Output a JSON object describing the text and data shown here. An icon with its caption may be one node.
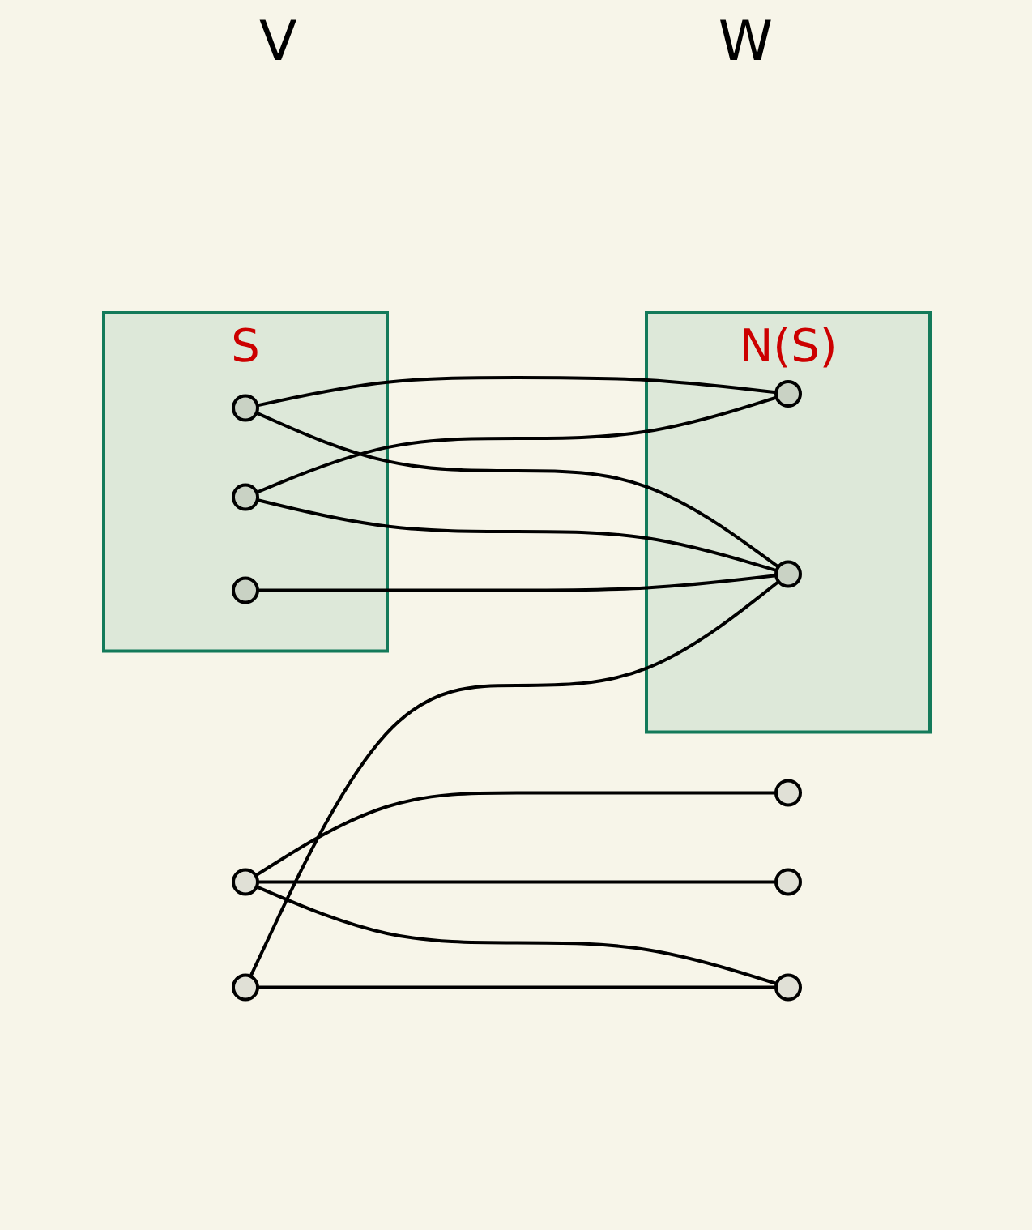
{
  "diagram": {
    "nodes": [
      {
        "text": [
          "S"
        ]
      },
      {
        "text": [],
        "shape": "circle",
        "in": 0
      },
      {
        "text": [],
        "shape": "circle",
        "in": 0
      },
      {
        "text": [],
        "shape": "circle",
        "in": 0
      },
      {
        "text": [
          "N(S)"
        ]
      },
      {
        "text": [],
        "shape": "circle",
        "in": 4
      },
      {
        "text": [],
        "shape": "circle",
        "in": 4
      },
      {
        "text": [],
        "shape": "circle"
      },
      {
        "text": [],
        "shape": "circle"
      },
      {
        "text": [],
        "shape": "circle"
      },
      {
        "text": [],
        "shape": "circle"
      },
      {
        "text": [],
        "shape": "circle"
      }
    ],
    "edges": [
      {
        "from": 1,
        "to": 5,
        "arrow": "none"
      },
      {
        "from": 1,
        "to": 6,
        "arrow": "none"
      },
      {
        "from": 2,
        "to": 5,
        "arrow": "none"
      },
      {
        "from": 2,
        "to": 6,
        "arrow": "none"
      },
      {
        "from": 3,
        "to": 6,
        "arrow": "none"
      },
      {
        "from": 7,
        "to": 9,
        "arrow": "none"
      },
      {
        "from": 7,
        "to": 10,
        "arrow": "none"
      },
      {
        "from": 7,
        "to": 11,
        "arrow": "none"
      },
      {
        "from": 8,
        "to": 6,
        "arrow": "none"
      },
      {
        "from": 8,
        "to": 11,
        "arrow": "none"
      }
    ],
    "labels": [
      "V",
      "W"
    ]
  }
}
